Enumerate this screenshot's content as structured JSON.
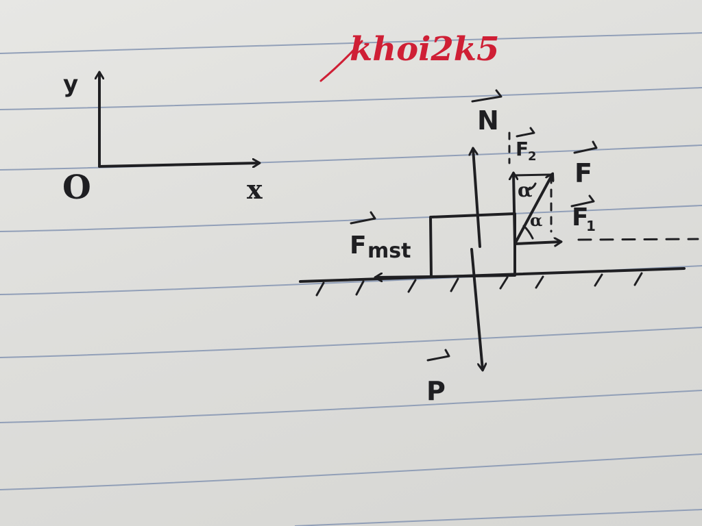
{
  "signature": {
    "text": "khoi2k5",
    "color": "#cf1f35"
  },
  "axes": {
    "y_label": "y",
    "x_label": "x",
    "origin_label": "O"
  },
  "forces": {
    "normal_label": "N",
    "weight_label": "P",
    "friction_label_main": "F",
    "friction_label_sub": "mst",
    "applied_label": "F",
    "horizontal_label_main": "F",
    "horizontal_label_sub": "1",
    "vertical_label_main": "F",
    "vertical_label_sub": "2",
    "angle_label_1": "α",
    "angle_label_2": "α"
  }
}
